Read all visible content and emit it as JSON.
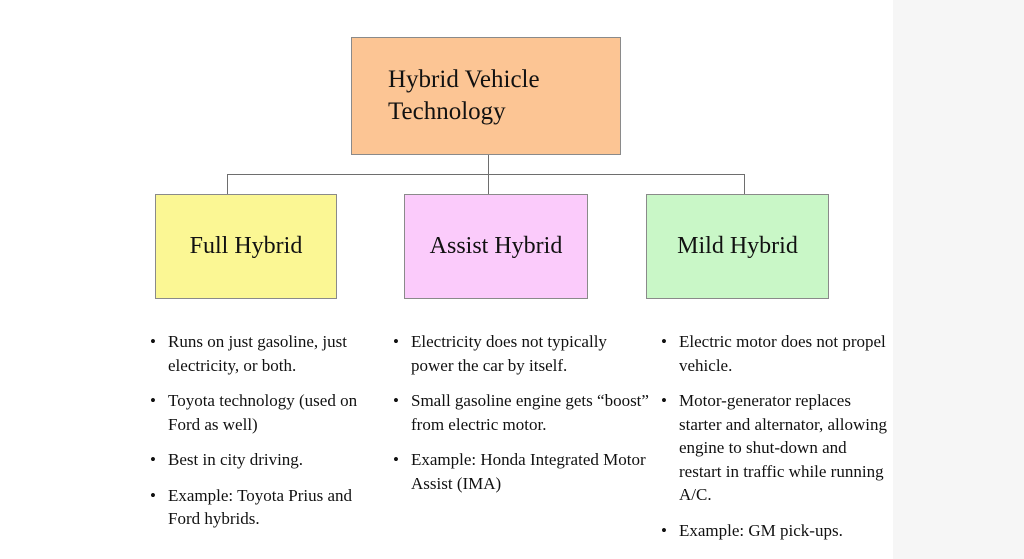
{
  "root": {
    "line1": "Hybrid Vehicle",
    "line2": "Technology",
    "color": "#fcc594"
  },
  "nodes": [
    {
      "label": "Full Hybrid",
      "color": "#fbf794"
    },
    {
      "label": "Assist Hybrid",
      "color": "#fbcbfb"
    },
    {
      "label": "Mild Hybrid",
      "color": "#c9f7c7"
    }
  ],
  "columns": [
    {
      "bullets": [
        "Runs on just gasoline, just electricity, or both.",
        "Toyota technology (used on Ford as well)",
        "Best in city driving.",
        "Example:  Toyota Prius and Ford hybrids."
      ]
    },
    {
      "bullets": [
        "Electricity does not typically power the car by itself.",
        "Small gasoline engine gets “boost” from electric motor.",
        "Example:  Honda Integrated Motor Assist (IMA)"
      ]
    },
    {
      "bullets": [
        "Electric motor does not propel vehicle.",
        "Motor-generator replaces starter and alternator, allowing engine to shut-down and restart in traffic while running A/C.",
        "Example:  GM pick-ups."
      ]
    }
  ]
}
